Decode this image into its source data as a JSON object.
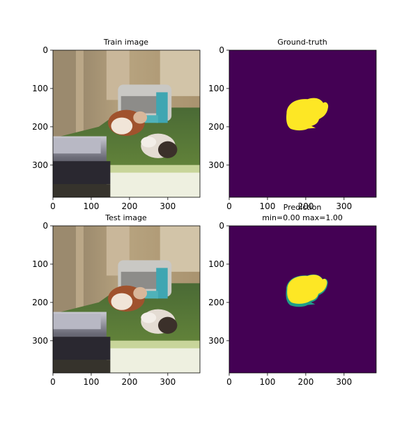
{
  "figure": {
    "panels": [
      {
        "title": "Train image",
        "kind": "photo"
      },
      {
        "title": "Ground-truth",
        "kind": "mask"
      },
      {
        "title": "Test image",
        "kind": "photo"
      },
      {
        "title": "Prediction",
        "subtitle": "min=0.00 max=1.00",
        "kind": "mask"
      }
    ]
  },
  "chart_data": [
    {
      "type": "heatmap",
      "title": "Train image",
      "content": "rgb image",
      "xlim": [
        0,
        384
      ],
      "ylim": [
        384,
        0
      ],
      "xticks": [
        0,
        100,
        200,
        300
      ],
      "yticks": [
        0,
        100,
        200,
        300
      ]
    },
    {
      "type": "heatmap",
      "title": "Ground-truth",
      "content": "binary mask",
      "colormap": [
        "#440154",
        "#fde725"
      ],
      "xlim": [
        0,
        384
      ],
      "ylim": [
        384,
        0
      ],
      "xticks": [
        0,
        100,
        200,
        300
      ],
      "yticks": [
        0,
        100,
        200,
        300
      ],
      "mask_region": {
        "x_range": [
          145,
          240
        ],
        "y_range": [
          130,
          210
        ]
      }
    },
    {
      "type": "heatmap",
      "title": "Test image",
      "content": "rgb image",
      "xlim": [
        0,
        384
      ],
      "ylim": [
        384,
        0
      ],
      "xticks": [
        0,
        100,
        200,
        300
      ],
      "yticks": [
        0,
        100,
        200,
        300
      ]
    },
    {
      "type": "heatmap",
      "title": "Prediction",
      "subtitle": "min=0.00 max=1.00",
      "content": "probability map",
      "colormap": [
        "#440154",
        "#21918c",
        "#fde725"
      ],
      "vmin": 0.0,
      "vmax": 1.0,
      "xlim": [
        0,
        384
      ],
      "ylim": [
        384,
        0
      ],
      "xticks": [
        0,
        100,
        200,
        300
      ],
      "yticks": [
        0,
        100,
        200,
        300
      ],
      "mask_region": {
        "x_range": [
          145,
          240
        ],
        "y_range": [
          130,
          210
        ]
      }
    }
  ],
  "colors": {
    "mask_background": "#440154",
    "mask_foreground": "#fde725",
    "prediction_edge": "#1f9e89"
  }
}
